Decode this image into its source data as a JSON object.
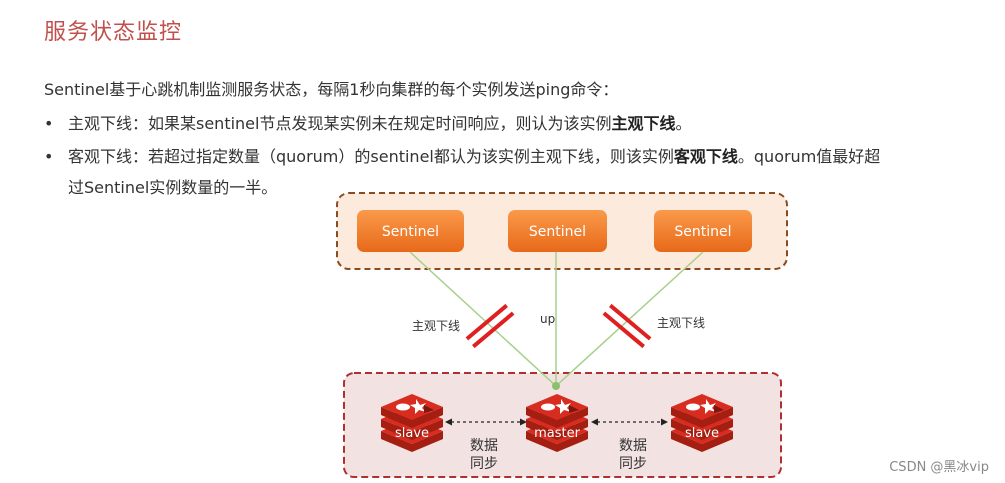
{
  "title": "服务状态监控",
  "intro": "Sentinel基于心跳机制监测服务状态，每隔1秒向集群的每个实例发送ping命令：",
  "bullets": [
    {
      "marker": "•",
      "prefix": "主观下线：如果某sentinel节点发现某实例未在规定时间响应，则认为该实例",
      "bold": "主观下线",
      "suffix": "。"
    },
    {
      "marker": "•",
      "line1_prefix": "客观下线：若超过指定数量（quorum）的sentinel都认为该实例主观下线，则该实例",
      "line1_bold": "客观下线",
      "line1_suffix": "。quorum值最好超",
      "line2": "过Sentinel实例数量的一半。"
    }
  ],
  "diagram": {
    "sentinels": [
      "Sentinel",
      "Sentinel",
      "Sentinel"
    ],
    "link_labels": {
      "left": "主观下线",
      "middle": "up",
      "right": "主观下线"
    },
    "nodes": {
      "left": "slave",
      "center": "master",
      "right": "slave"
    },
    "sync_labels": {
      "left_line1": "数据",
      "left_line2": "同步",
      "right_line1": "数据",
      "right_line2": "同步"
    },
    "colors": {
      "sentinel_fill": "#f47b20",
      "sentinel_box_fill": "#fcebdd",
      "sentinel_box_border": "#8a4b21",
      "redis_box_fill": "#f3e2e2",
      "redis_box_border": "#b03030",
      "link_line": "#a8d08d",
      "cut_mark": "#e02020",
      "redis_red": "#d82c20"
    }
  },
  "watermark": "CSDN @黑冰vip"
}
